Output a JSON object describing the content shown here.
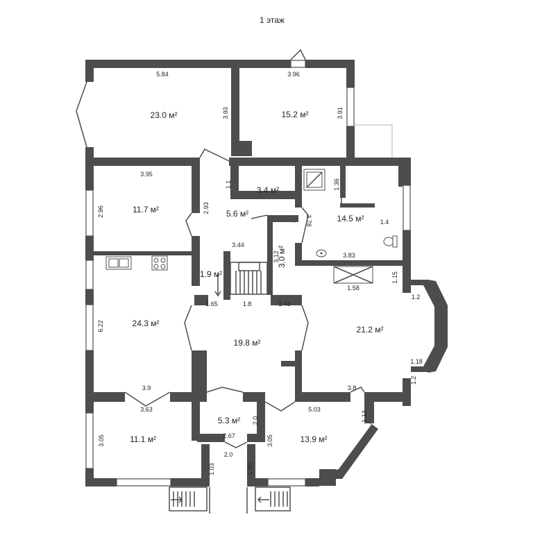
{
  "floor_title": "1 этаж",
  "rooms": [
    {
      "id": "r1",
      "area": "23.0 м²"
    },
    {
      "id": "r2",
      "area": "15.2 м²"
    },
    {
      "id": "r3",
      "area": "11.7 м²"
    },
    {
      "id": "r4",
      "area": "3.4 м²"
    },
    {
      "id": "r5",
      "area": "5.6 м²"
    },
    {
      "id": "r6",
      "area": "14.5 м²"
    },
    {
      "id": "r7",
      "area": "3.0 м²"
    },
    {
      "id": "r8",
      "area": "1.9 м²"
    },
    {
      "id": "r9",
      "area": "24.3 м²"
    },
    {
      "id": "r10",
      "area": "19.8 м²"
    },
    {
      "id": "r11",
      "area": "21.2 м²"
    },
    {
      "id": "r12",
      "area": "5.3 м²"
    },
    {
      "id": "r13",
      "area": "11.1 м²"
    },
    {
      "id": "r14",
      "area": "13.9 м²"
    }
  ],
  "dimensions": [
    "5.84",
    "3.93",
    "3.96",
    "3.91",
    "3.95",
    "2.96",
    "1.1",
    "2.93",
    "1.36",
    "3.78",
    "1.4",
    "3.44",
    "3.12",
    "3.83",
    "6.22",
    "1.15",
    "1.58",
    "1.65",
    "1.8",
    "1.43",
    "1.2",
    "1.18",
    "1.2",
    "3.9",
    "3.63",
    "3.8",
    "5.03",
    "2.0",
    "1.13",
    "3.05",
    "2.67",
    "3.05",
    "2.0",
    "1.03",
    "1.06"
  ]
}
